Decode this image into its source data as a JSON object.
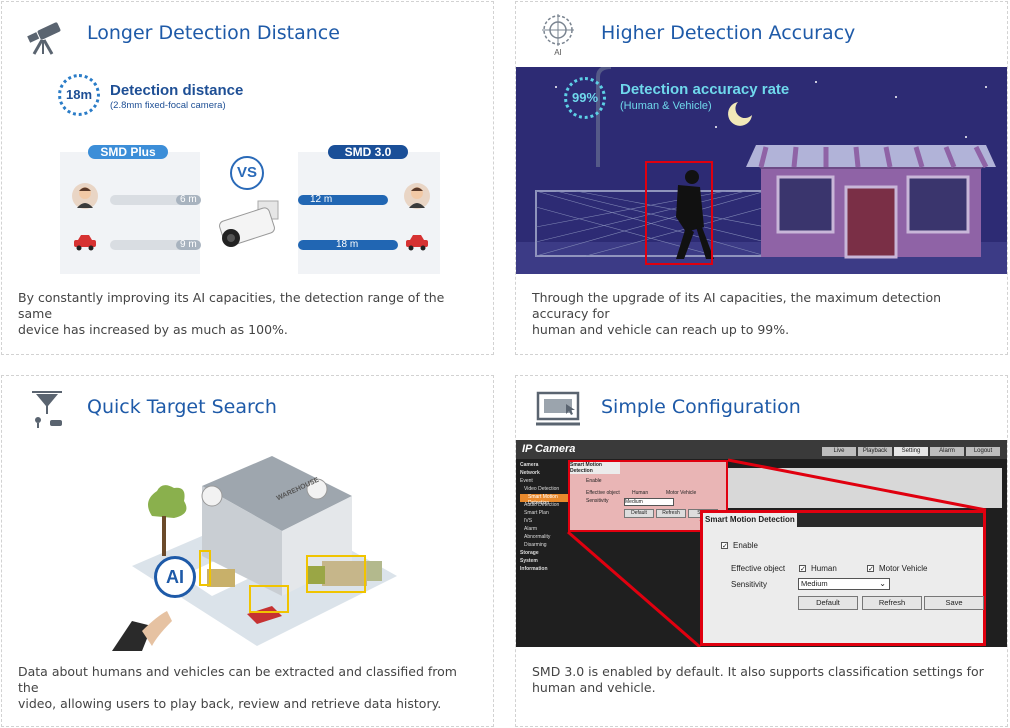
{
  "cards": [
    {
      "title": "Longer Detection Distance",
      "icon": "telescope-icon",
      "description_line1": "By constantly improving its AI capacities, the detection range of the same",
      "description_line2": "device has increased by as much as 100%.",
      "visual": {
        "badge": "18m",
        "heading": "Detection distance",
        "subheading": "(2.8mm fixed-focal camera)",
        "left_label": "SMD Plus",
        "right_label": "SMD 3.0",
        "vs": "VS",
        "human_old": "6 m",
        "vehicle_old": "9 m",
        "human_new": "12 m",
        "vehicle_new": "18 m"
      }
    },
    {
      "title": "Higher Detection Accuracy",
      "icon": "ai-target-icon",
      "icon_caption": "AI",
      "description_line1": "Through the upgrade of its AI capacities, the maximum detection accuracy for",
      "description_line2": "human and vehicle can reach up to 99%.",
      "visual": {
        "badge": "99%",
        "heading": "Detection accuracy rate",
        "subheading": "(Human & Vehicle)"
      }
    },
    {
      "title": "Quick Target Search",
      "icon": "funnel-search-icon",
      "description_line1": "Data about humans and vehicles can be extracted and classified from the",
      "description_line2": "video, allowing users to play back, review and retrieve data history.",
      "visual": {
        "ai_label": "AI",
        "warehouse_label": "WAREHOUSE"
      }
    },
    {
      "title": "Simple Configuration",
      "icon": "monitor-cursor-icon",
      "description_line1": "SMD 3.0 is enabled by default. It also supports classification settings for",
      "description_line2": "human and vehicle.",
      "visual": {
        "app_title": "IP Camera",
        "tabs": [
          "Live",
          "Playback",
          "Setting",
          "Alarm",
          "Logout"
        ],
        "menu": [
          "Camera",
          "Network",
          "Event",
          "Video Detection",
          "Smart Motion Detection",
          "Audio Detection",
          "Smart Plan",
          "IVS",
          "Alarm",
          "Abnormality",
          "Disarming",
          "Storage",
          "System",
          "Information"
        ],
        "dialog_title": "Smart Motion Detection",
        "enable_label": "Enable",
        "effective_object_label": "Effective object",
        "human_label": "Human",
        "motor_vehicle_label": "Motor Vehicle",
        "sensitivity_label": "Sensitivity",
        "sensitivity_value": "Medium",
        "default_btn": "Default",
        "refresh_btn": "Refresh",
        "save_btn": "Save"
      }
    }
  ],
  "colors": {
    "title_blue": "#1e5aa8",
    "accent_red": "#e0000f",
    "night_blue": "#2b2a73"
  }
}
